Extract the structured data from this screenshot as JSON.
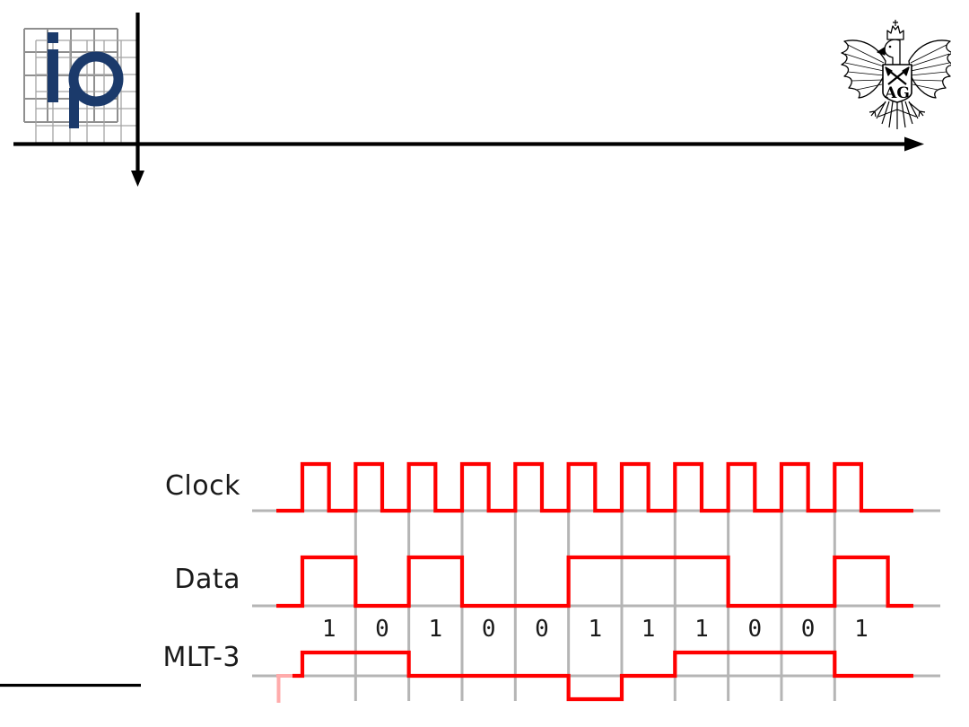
{
  "slide": {
    "background_color": "#ffffff",
    "logo": {
      "name": "ip-grid-logo",
      "letters": "ip",
      "letters_color": "#1b3a6b",
      "outer_grid_color": "#8f8f8f",
      "inner_grid_color": "#a3a3a3"
    },
    "emblem": {
      "name": "agh-university-eagle-crest",
      "monogram": "AG"
    },
    "rule_color": "#000000"
  },
  "chart_data": {
    "type": "timing-diagram",
    "bit_labels": [
      "1",
      "0",
      "1",
      "0",
      "0",
      "1",
      "1",
      "1",
      "0",
      "0",
      "1"
    ],
    "signals": [
      {
        "name": "Clock",
        "kind": "clock",
        "cycles": 11
      },
      {
        "name": "Data",
        "kind": "nrz",
        "bits": [
          1,
          0,
          1,
          0,
          0,
          1,
          1,
          1,
          0,
          0,
          1
        ]
      },
      {
        "name": "MLT-3",
        "kind": "mlt3",
        "levels_per_bit": [
          1,
          1,
          0,
          0,
          0,
          -1,
          0,
          1,
          1,
          1,
          0
        ],
        "initial_level": 0
      }
    ],
    "colors": {
      "signal": "#ff0000",
      "signal_faded": "#ffabab",
      "grid": "#b5b5b5",
      "text": "#1a1a1a"
    },
    "layout_hints": {
      "grid": "on",
      "bit_cells": 11,
      "rows": 3
    }
  }
}
